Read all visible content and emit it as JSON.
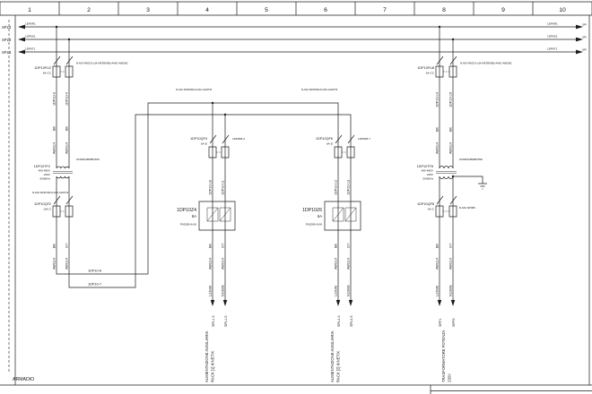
{
  "ruler": {
    "columns": [
      "1",
      "2",
      "3",
      "4",
      "5",
      "6",
      "7",
      "8",
      "9",
      "10"
    ]
  },
  "buses": [
    {
      "left_ref": "SPL3",
      "name": "1DP6R1",
      "right_ref": "SPI"
    },
    {
      "left_ref": "SPL3",
      "name": "1DP6S1",
      "right_ref": "SPI"
    },
    {
      "left_ref": "SPL3",
      "name": "1DP6T1",
      "right_ref": "SPI"
    }
  ],
  "left_branch": {
    "fuse_tag": "1DP10FU2",
    "fuse_rating": "6A-CC",
    "cable_note": "N-M2-F80C0-LM-MF599/B0-AWG-M0590",
    "wire_no_1": "1DP10-3",
    "wire_no_2": "1DP10-4",
    "awg": "AWG14",
    "color_bk": "BK",
    "color_gy": "GY",
    "tf_tag": "1DP10TF2",
    "tf_prim": "400-480V",
    "tf_sec": "230V",
    "tf_freq": "50/60Hz",
    "tf_note": "0CM054/B0BPZ09",
    "cable_note2": "N-M2-SPZC90,N-M2-AGPH3",
    "qf_tag": "1DP10QF2",
    "qf_rating": "10A-C",
    "out_wire_1": "1DP10-8",
    "out_wire_2": "1DP10-7"
  },
  "filters": [
    {
      "cable_note": "N-M2-SPZD60,N-M2-AGPH3",
      "sw_tag": "1DP10QF4",
      "sw_rating": "6A-D",
      "sw_ref": "1DP8Z8.4",
      "wire_no_1": "1DP10-10",
      "wire_no_2": "1DP10-11",
      "tag": "1DP10Z4",
      "rating": "6A",
      "part": "FN2090-6-06",
      "awg": "AWG14",
      "color_bk": "BK",
      "color_gy": "GY",
      "out_l": "L230/B",
      "out_n": "N230/B",
      "term_1": "SPL1.3",
      "term_2": "SPL1.5",
      "func_1": "ALIMENTAZIONE AUSILIARIA",
      "func_2": "RACK [1] KINETIX"
    },
    {
      "cable_note": "N-M2-SPZD60,N-M2-AGPH3",
      "sw_tag": "1DP10QF6",
      "sw_rating": "6A-D",
      "sw_ref": "1DP8Z8.7",
      "wire_no_1": "1DP10-12",
      "wire_no_2": "1DP10-13",
      "tag": "1DP10Z6",
      "rating": "6A",
      "part": "FN2090-6-06",
      "awg": "AWG14",
      "color_bk": "BK",
      "color_gy": "GY",
      "out_l": "L230/B",
      "out_n": "N230/B",
      "term_1": "SPL4.3",
      "term_2": "SPL4.5",
      "func_1": "ALIMENTAZIONE AUSILIARIA",
      "func_2": "RACK [2] KINETIX"
    }
  ],
  "right_branch": {
    "fuse_tag": "1DP10FU8",
    "fuse_rating": "5A-CC",
    "cable_note": "N-M2-F80C0-LM-MF599/B0-AWG-M0590",
    "wire_no_1": "1DP10-14",
    "wire_no_2": "1DP10-15",
    "awg": "AWG14",
    "color_bk": "BK",
    "color_gy": "GY",
    "tf_tag": "1DP10TF8",
    "tf_prim": "400-480V",
    "tf_sec": "230V",
    "tf_freq": "50/60Hz",
    "tf_note": "0CM052/B0BPZ58",
    "qf_tag": "1DP10QF8",
    "qf_rating": "6A-C",
    "qf_note": "N-M2-SP080",
    "out_l": "L230/B",
    "out_n": "N230/B",
    "term_1": "SPF1",
    "term_2": "SPF5",
    "func_1": "TRASFORMATORE POTENZA",
    "func_2": "230V"
  },
  "cabinet_label": "ARMADIO"
}
